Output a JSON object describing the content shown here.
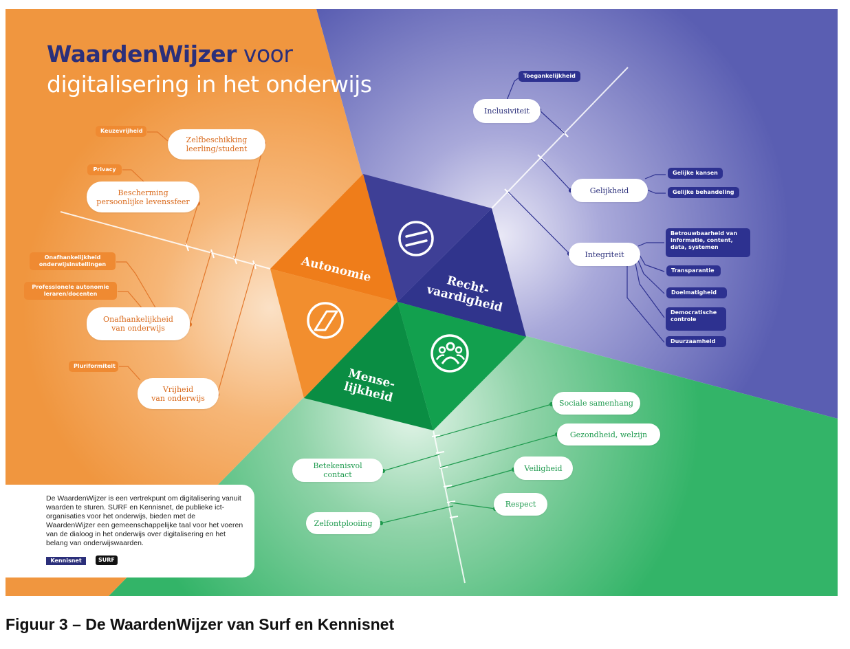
{
  "title": {
    "brand": "WaardenWijzer",
    "rest1": "voor",
    "line2": "digitalisering in het onderwijs"
  },
  "colors": {
    "orange": "#f08a30",
    "blue": "#5b5fb3",
    "green": "#2fb364",
    "navy": "#2b2f7a"
  },
  "segments": {
    "autonomie": "Autonomie",
    "rechtvaardigheid_1": "Recht-",
    "rechtvaardigheid_2": "vaardigheid",
    "menselijkheid_1": "Mense-",
    "menselijkheid_2": "lijkheid"
  },
  "icons": {
    "autonomie": "compass-icon",
    "rechtvaardigheid": "equals-icon",
    "menselijkheid": "people-icon"
  },
  "autonomie": {
    "values": [
      {
        "label_1": "Zelfbeschikking",
        "label_2": "leerling/student"
      },
      {
        "label_1": "Bescherming",
        "label_2": "persoonlijke levenssfeer"
      },
      {
        "label_1": "Onafhankelijkheid",
        "label_2": "van onderwijs"
      },
      {
        "label_1": "Vrijheid",
        "label_2": "van onderwijs"
      }
    ],
    "tags": [
      {
        "text": "Keuzevrijheid"
      },
      {
        "text": "Privacy"
      },
      {
        "text_1": "Onafhankelijkheid",
        "text_2": "onderwijsinstellingen"
      },
      {
        "text_1": "Professionele autonomie",
        "text_2": "leraren/docenten"
      },
      {
        "text": "Pluriformiteit"
      }
    ]
  },
  "rechtvaardigheid": {
    "values": [
      "Inclusiviteit",
      "Gelijkheid",
      "Integriteit"
    ],
    "tags": {
      "toegankelijkheid": "Toegankelijkheid",
      "gelijke_kansen": "Gelijke kansen",
      "gelijke_behandeling": "Gelijke behandeling",
      "betrouwbaarheid_1": "Betrouwbaarheid van",
      "betrouwbaarheid_2": "informatie, content,",
      "betrouwbaarheid_3": "data, systemen",
      "transparantie": "Transparantie",
      "doelmatigheid": "Doelmatigheid",
      "democratische_1": "Democratische",
      "democratische_2": "controle",
      "duurzaamheid": "Duurzaamheid"
    }
  },
  "menselijkheid": {
    "values": [
      "Sociale samenhang",
      "Gezondheid, welzijn",
      "Veiligheid",
      "Respect",
      "Betekenisvol contact",
      "Zelfontplooiing"
    ]
  },
  "note": {
    "text": "De WaardenWijzer is een vertrekpunt om digitalisering vanuit waarden te sturen. SURF en Kennisnet, de publieke ict-organisaties voor het onderwijs, bieden met de WaardenWijzer een gemeenschappelijke taal voor het voeren van de dialoog in het onderwijs over digitalisering en het belang van onderwijswaarden.",
    "logo_kennisnet": "Kennisnet",
    "logo_surf": "SURF"
  },
  "caption": "Figuur 3 – De WaardenWijzer van Surf en Kennisnet"
}
